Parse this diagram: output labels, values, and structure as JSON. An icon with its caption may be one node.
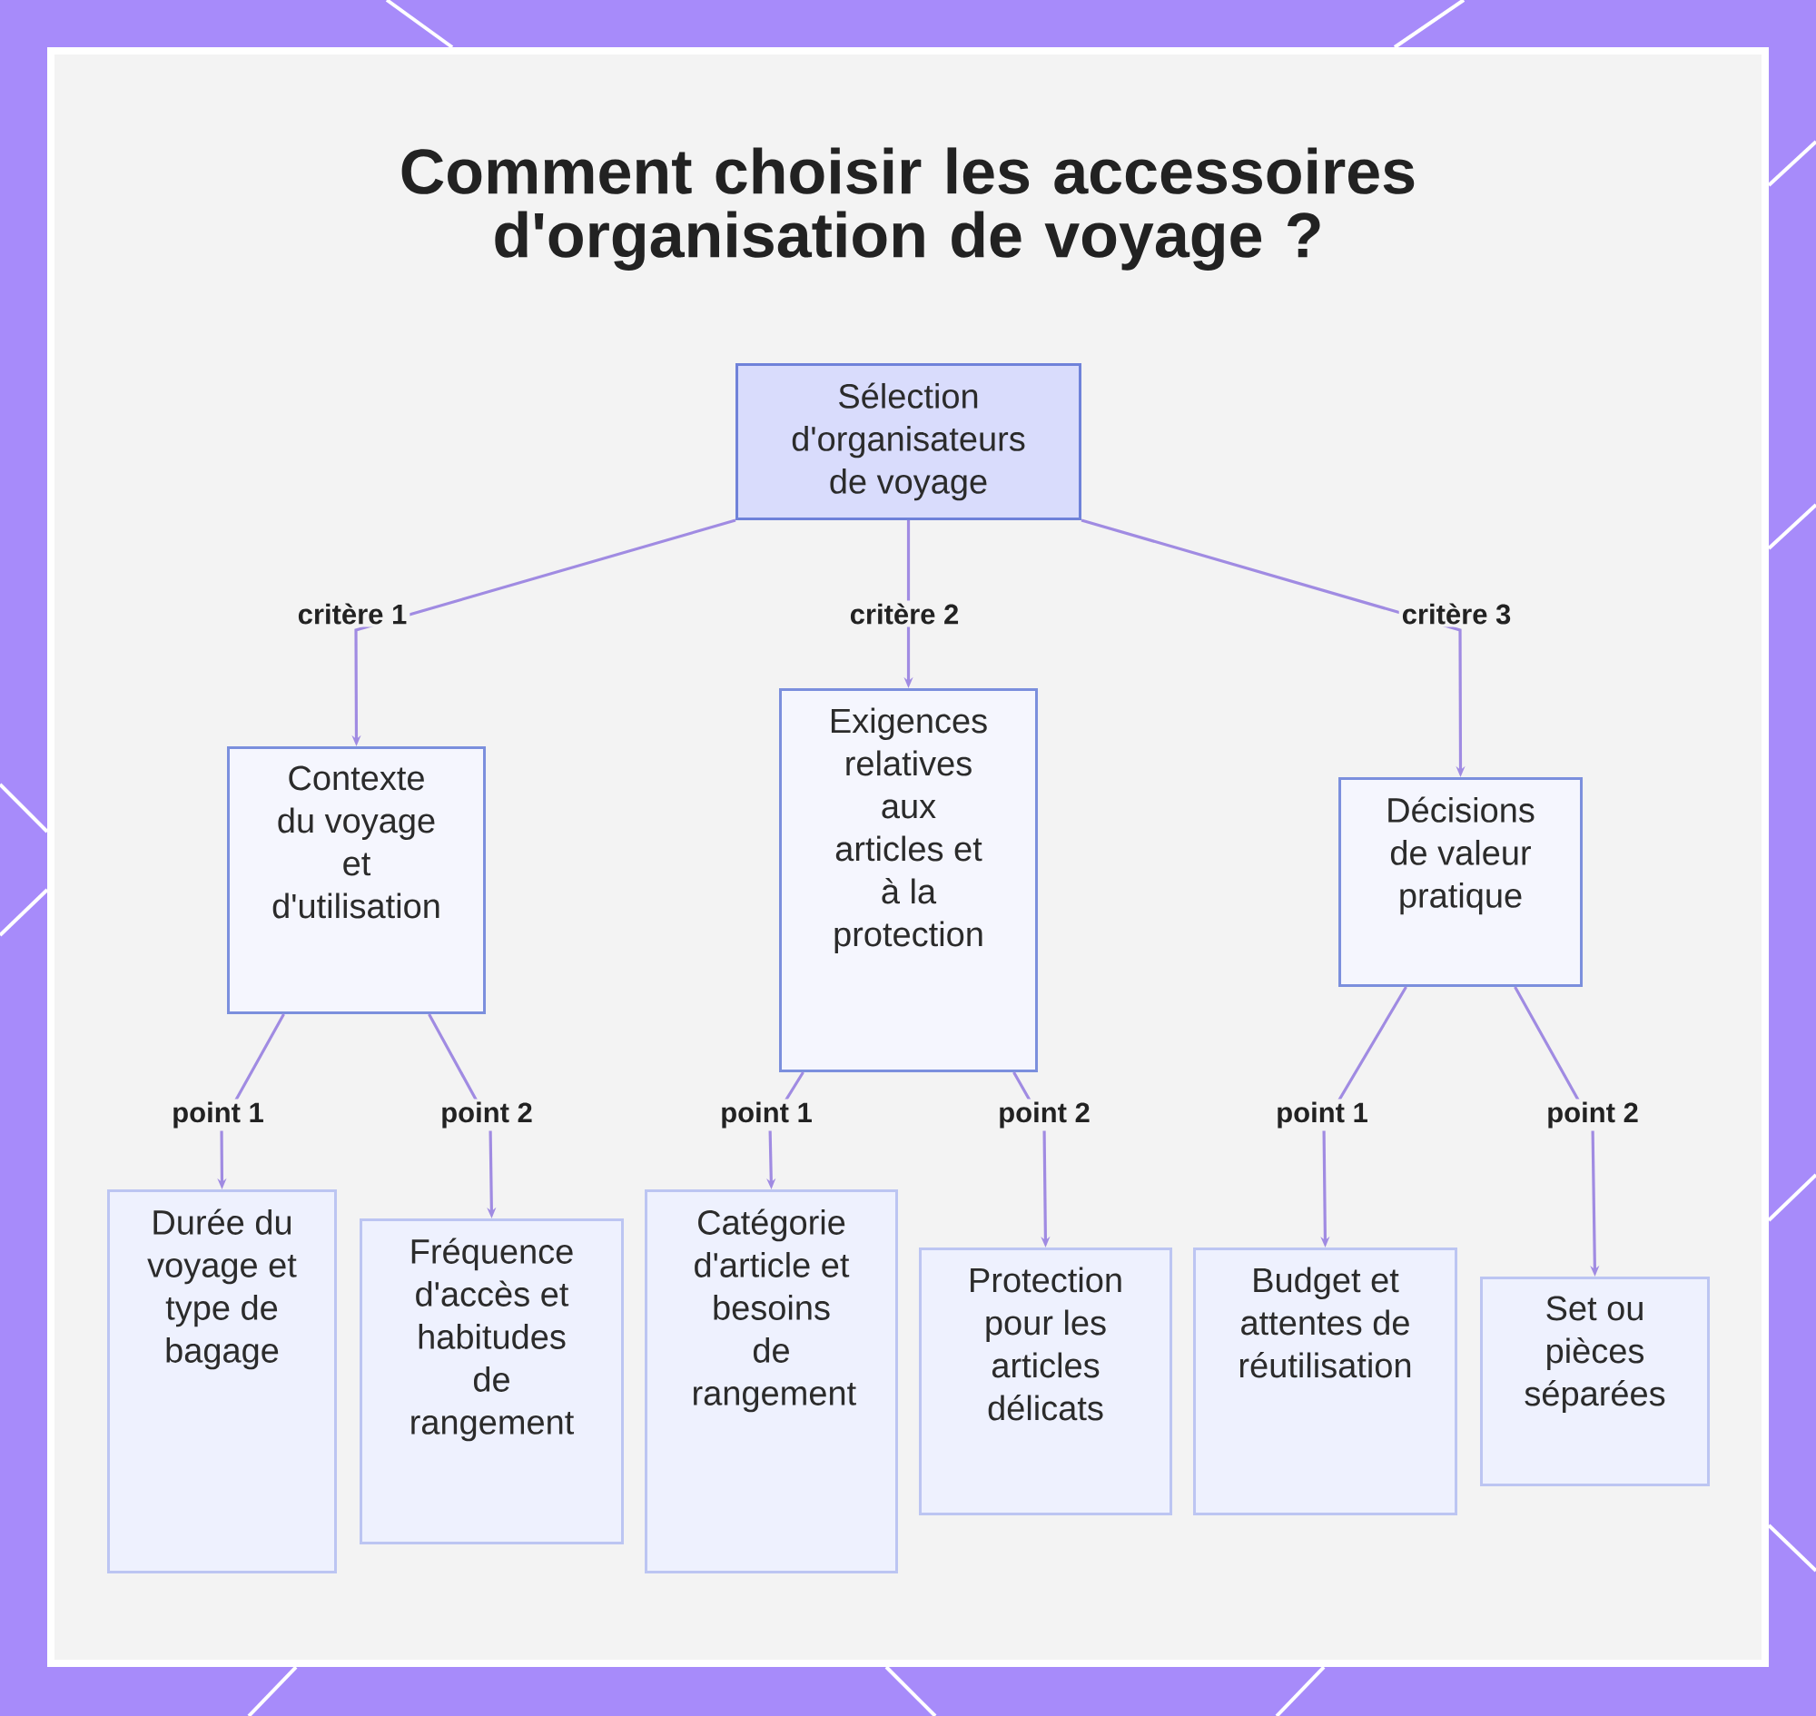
{
  "diagram": {
    "title": "Comment choisir les accessoires d'organisation de voyage ?",
    "nodes": [
      {
        "text": [
          "Sélection d'organisateurs de voyage"
        ]
      },
      {
        "text": [
          "Contexte du voyage et d'utilisation"
        ]
      },
      {
        "text": [
          "Exigences relatives aux articles et à la protection"
        ]
      },
      {
        "text": [
          "Décisions de valeur pratique"
        ]
      },
      {
        "text": [
          "Durée du voyage et type de bagage"
        ]
      },
      {
        "text": [
          "Fréquence d'accès et habitudes de rangement"
        ]
      },
      {
        "text": [
          "Catégorie d'article et besoins de rangement"
        ]
      },
      {
        "text": [
          "Protection pour les articles délicats"
        ]
      },
      {
        "text": [
          "Budget et attentes de réutilisation"
        ]
      },
      {
        "text": [
          "Set ou pièces séparées"
        ]
      }
    ],
    "edges": [
      {
        "from": 0,
        "to": 1,
        "arrow": "to",
        "label": "critère 1"
      },
      {
        "from": 0,
        "to": 2,
        "arrow": "to",
        "label": "critère 2"
      },
      {
        "from": 0,
        "to": 3,
        "arrow": "to",
        "label": "critère 3"
      },
      {
        "from": 1,
        "to": 4,
        "arrow": "to",
        "label": "point 1"
      },
      {
        "from": 1,
        "to": 5,
        "arrow": "to",
        "label": "point 2"
      },
      {
        "from": 2,
        "to": 6,
        "arrow": "to",
        "label": "point 1"
      },
      {
        "from": 2,
        "to": 7,
        "arrow": "to",
        "label": "point 2"
      },
      {
        "from": 3,
        "to": 8,
        "arrow": "to",
        "label": "point 1"
      },
      {
        "from": 3,
        "to": 9,
        "arrow": "to",
        "label": "point 2"
      }
    ]
  }
}
